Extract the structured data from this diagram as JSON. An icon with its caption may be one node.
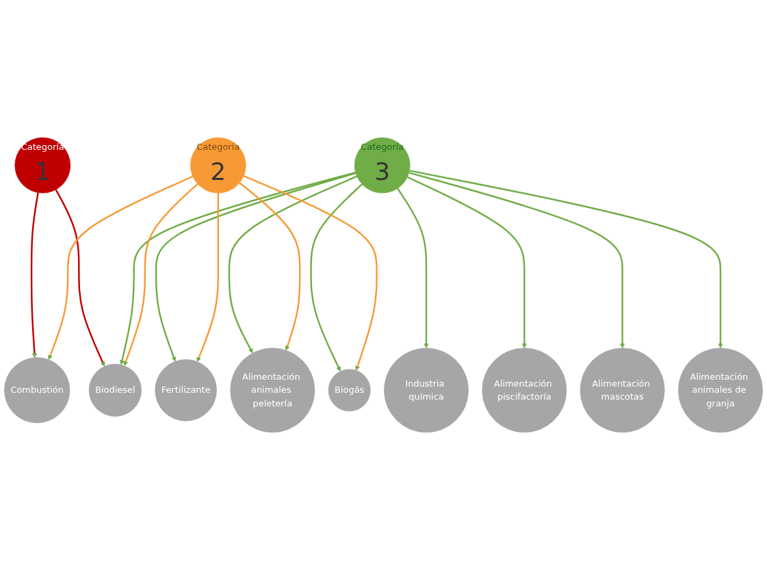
{
  "diagram": {
    "nodes": [
      {
        "text": [
          "Categoría",
          "1"
        ]
      },
      {
        "text": [
          "Combustión"
        ]
      },
      {
        "text": [
          "Biodiesel"
        ]
      },
      {
        "text": [
          "Industria química"
        ]
      },
      {
        "text": [
          "Alimentación piscifactoría"
        ]
      },
      {
        "text": [
          "Alimentación mascotas"
        ]
      },
      {
        "text": [
          "Categoría",
          "3"
        ]
      },
      {
        "text": [
          "Alimentación animales de granja"
        ]
      },
      {
        "text": [
          "Fertilizante"
        ]
      },
      {
        "text": [
          "Alimentación animales peletería"
        ]
      },
      {
        "text": [
          "Biogás"
        ]
      },
      {
        "text": [
          "Categoría",
          "2"
        ]
      }
    ],
    "edges": [
      {
        "from": 0,
        "to": 1,
        "arrow": "to",
        "color": "#c00000"
      },
      {
        "from": 0,
        "to": 2,
        "arrow": "to",
        "color": "#c00000"
      },
      {
        "from": 6,
        "to": 3,
        "arrow": "to"
      },
      {
        "from": 6,
        "to": 4,
        "arrow": "to"
      },
      {
        "from": 6,
        "to": 5,
        "arrow": "to"
      },
      {
        "from": 6,
        "to": 7,
        "arrow": "to"
      },
      {
        "from": 6,
        "to": 10,
        "arrow": "to"
      },
      {
        "from": 6,
        "to": 9,
        "arrow": "to"
      },
      {
        "from": 6,
        "to": 8,
        "arrow": "to"
      },
      {
        "from": 6,
        "to": 2,
        "arrow": "to"
      },
      {
        "from": 11,
        "to": 1,
        "arrow": "to",
        "color": "#f79a35"
      },
      {
        "from": 11,
        "to": 2,
        "arrow": "to",
        "color": "#f79a35"
      },
      {
        "from": 11,
        "to": 8,
        "arrow": "to",
        "color": "#f79a35"
      },
      {
        "from": 11,
        "to": 9,
        "arrow": "to",
        "color": "#f79a35"
      },
      {
        "from": 11,
        "to": 10,
        "arrow": "to",
        "color": "#f79a35"
      }
    ]
  }
}
